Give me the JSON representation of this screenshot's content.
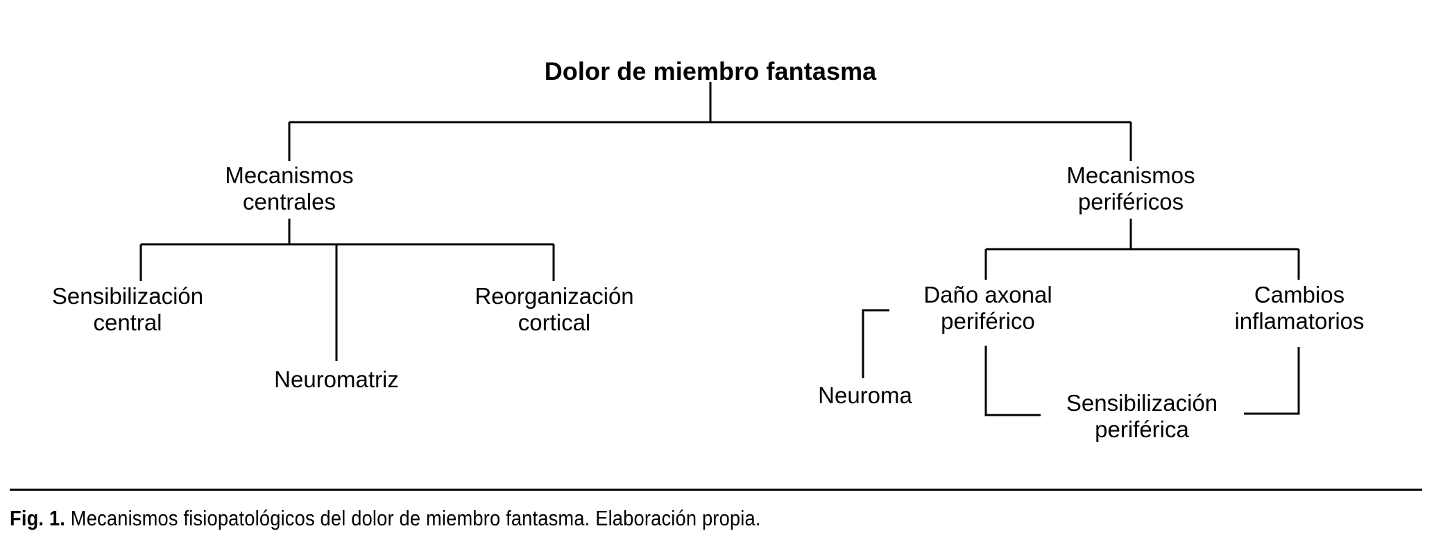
{
  "figure": {
    "caption_label": "Fig. 1.",
    "caption_body": " Mecanismos fisiopatológicos del dolor de miembro fantasma. Elaboración propia.",
    "line_color": "#000000",
    "text_color": "#000000",
    "background_color": "#ffffff"
  },
  "chart_data": {
    "type": "diagram",
    "diagram_kind": "hierarchical-tree",
    "title": "Dolor de miembro fantasma",
    "orientation": "top-down",
    "nodes": [
      {
        "id": "root",
        "label": "Dolor de miembro fantasma",
        "level": 0,
        "parent": null
      },
      {
        "id": "centrales",
        "label": "Mecanismos\ncentrales",
        "level": 1,
        "parent": "root"
      },
      {
        "id": "perifericos",
        "label": "Mecanismos\nperiféricos",
        "level": 1,
        "parent": "root"
      },
      {
        "id": "sens_central",
        "label": "Sensibilización\ncentral",
        "level": 2,
        "parent": "centrales"
      },
      {
        "id": "neuromatriz",
        "label": "Neuromatriz",
        "level": 2,
        "parent": "centrales"
      },
      {
        "id": "reorg_cort",
        "label": "Reorganización\ncortical",
        "level": 2,
        "parent": "centrales"
      },
      {
        "id": "dano_axonal",
        "label": "Daño axonal\nperiférico",
        "level": 2,
        "parent": "perifericos"
      },
      {
        "id": "cambios_inf",
        "label": "Cambios\ninflamatorios",
        "level": 2,
        "parent": "perifericos"
      },
      {
        "id": "neuroma",
        "label": "Neuroma",
        "level": 3,
        "parent": "dano_axonal"
      },
      {
        "id": "sens_perif",
        "label": "Sensibilización\nperiférica",
        "level": 3,
        "parent": "dano_axonal"
      }
    ],
    "edges": [
      {
        "from": "root",
        "to": "centrales"
      },
      {
        "from": "root",
        "to": "perifericos"
      },
      {
        "from": "centrales",
        "to": "sens_central"
      },
      {
        "from": "centrales",
        "to": "neuromatriz"
      },
      {
        "from": "centrales",
        "to": "reorg_cort"
      },
      {
        "from": "perifericos",
        "to": "dano_axonal"
      },
      {
        "from": "perifericos",
        "to": "cambios_inf"
      },
      {
        "from": "dano_axonal",
        "to": "neuroma"
      },
      {
        "from": "dano_axonal",
        "to": "sens_perif"
      },
      {
        "from": "cambios_inf",
        "to": "sens_perif"
      }
    ]
  },
  "labels": {
    "root": "Dolor de miembro fantasma",
    "mecanismos_centrales": "Mecanismos\ncentrales",
    "mecanismos_perifericos": "Mecanismos\nperiféricos",
    "sensibilizacion_central": "Sensibilización\ncentral",
    "neuromatriz": "Neuromatriz",
    "reorganizacion_cortical": "Reorganización\ncortical",
    "dano_axonal_periferico": "Daño axonal\nperiférico",
    "cambios_inflamatorios": "Cambios\ninflamatorios",
    "neuroma": "Neuroma",
    "sensibilizacion_periferica": "Sensibilización\nperiférica"
  }
}
